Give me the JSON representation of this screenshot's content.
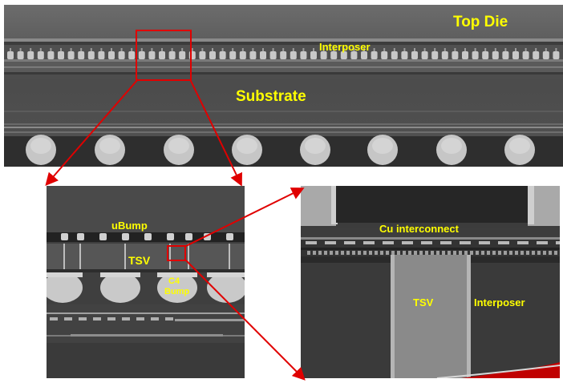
{
  "labels": {
    "top_die": "Top Die",
    "interposer_top": "Interposer",
    "substrate": "Substrate",
    "ubump": "uBump",
    "tsv_left": "TSV",
    "c4_line1": "C4",
    "c4_line2": "Bump",
    "cu_interconnect": "Cu interconnect",
    "tsv_right": "TSV",
    "interposer_right": "Interposer"
  },
  "colors": {
    "label": "#ffff00",
    "arrow": "#e00000",
    "background": "#ffffff",
    "slide_accent": "#c00000"
  }
}
